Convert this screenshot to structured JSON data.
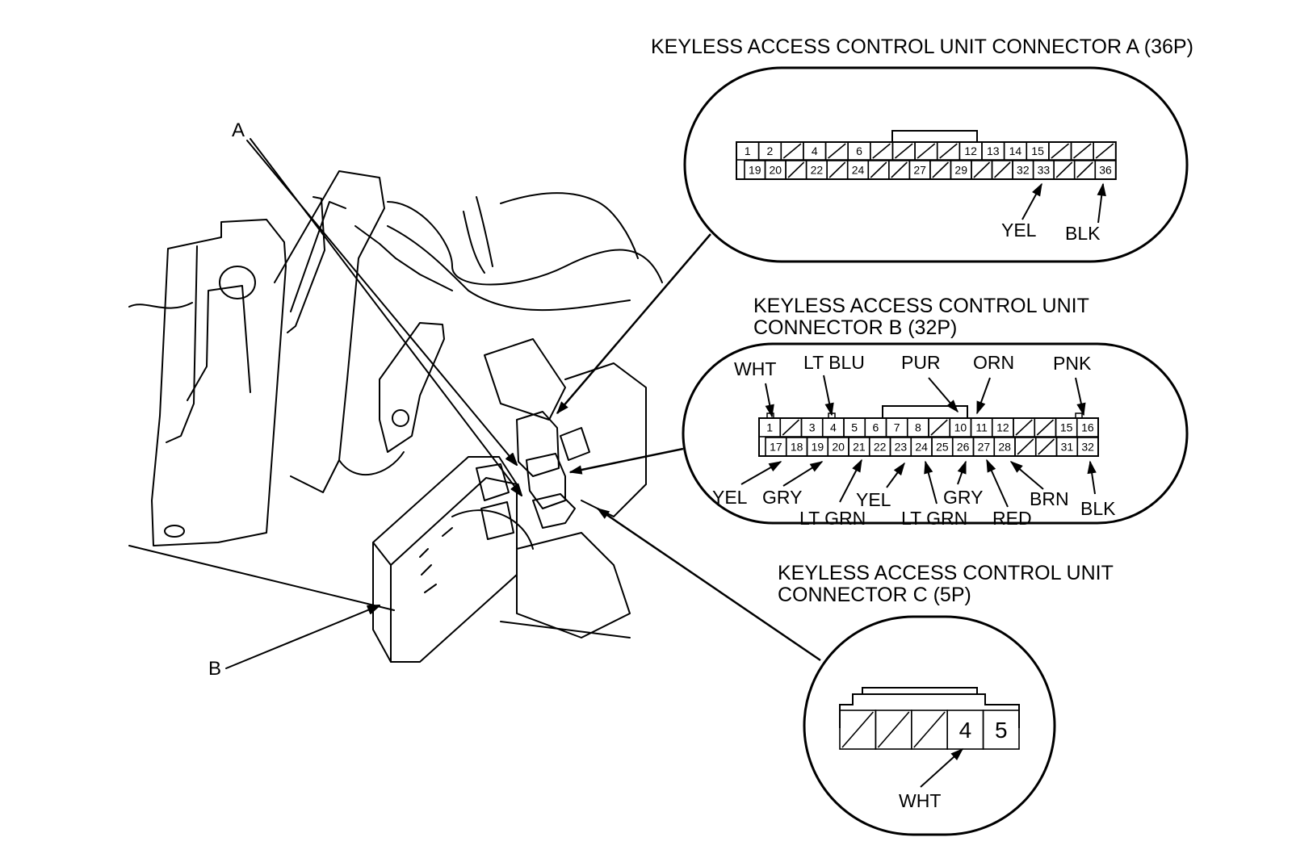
{
  "callouts": {
    "a": "A",
    "b": "B"
  },
  "connector_a": {
    "title": "KEYLESS ACCESS CONTROL UNIT CONNECTOR A (36P)",
    "top_pins": [
      "1",
      "2",
      "",
      "4",
      "",
      "6",
      "",
      "",
      "",
      "",
      "12",
      "13",
      "14",
      "15",
      "",
      "",
      ""
    ],
    "bottom_pins": [
      "19",
      "20",
      "",
      "22",
      "",
      "24",
      "",
      "",
      "27",
      "",
      "29",
      "",
      "",
      "32",
      "33",
      "",
      "",
      "36"
    ],
    "wires": [
      {
        "label": "YEL",
        "pin": "33"
      },
      {
        "label": "BLK",
        "pin": "36"
      }
    ]
  },
  "connector_b": {
    "title_line1": "KEYLESS ACCESS CONTROL UNIT",
    "title_line2": "CONNECTOR B (32P)",
    "top_pins": [
      "1",
      "",
      "3",
      "4",
      "5",
      "6",
      "7",
      "8",
      "",
      "10",
      "11",
      "12",
      "",
      "",
      "15",
      "16"
    ],
    "bottom_pins": [
      "17",
      "18",
      "19",
      "20",
      "21",
      "22",
      "23",
      "24",
      "25",
      "26",
      "27",
      "28",
      "",
      "",
      "31",
      "32"
    ],
    "wires_top": [
      {
        "label": "WHT",
        "pin": "1"
      },
      {
        "label": "LT BLU",
        "pin": "4"
      },
      {
        "label": "PUR",
        "pin": "10"
      },
      {
        "label": "ORN",
        "pin": "11"
      },
      {
        "label": "PNK",
        "pin": "16"
      }
    ],
    "wires_bottom": [
      {
        "label": "YEL",
        "pin": "17"
      },
      {
        "label": "GRY",
        "pin": "19"
      },
      {
        "label": "LT GRN",
        "pin": "21"
      },
      {
        "label": "YEL",
        "pin": "23"
      },
      {
        "label": "LT GRN",
        "pin": "24"
      },
      {
        "label": "GRY",
        "pin": "26"
      },
      {
        "label": "RED",
        "pin": "27"
      },
      {
        "label": "BRN",
        "pin": "28"
      },
      {
        "label": "BLK",
        "pin": "32"
      }
    ]
  },
  "connector_c": {
    "title_line1": "KEYLESS ACCESS CONTROL UNIT",
    "title_line2": "CONNECTOR C (5P)",
    "pins": [
      "",
      "",
      "",
      "4",
      "5"
    ],
    "wires": [
      {
        "label": "WHT",
        "pin": "4"
      }
    ]
  }
}
